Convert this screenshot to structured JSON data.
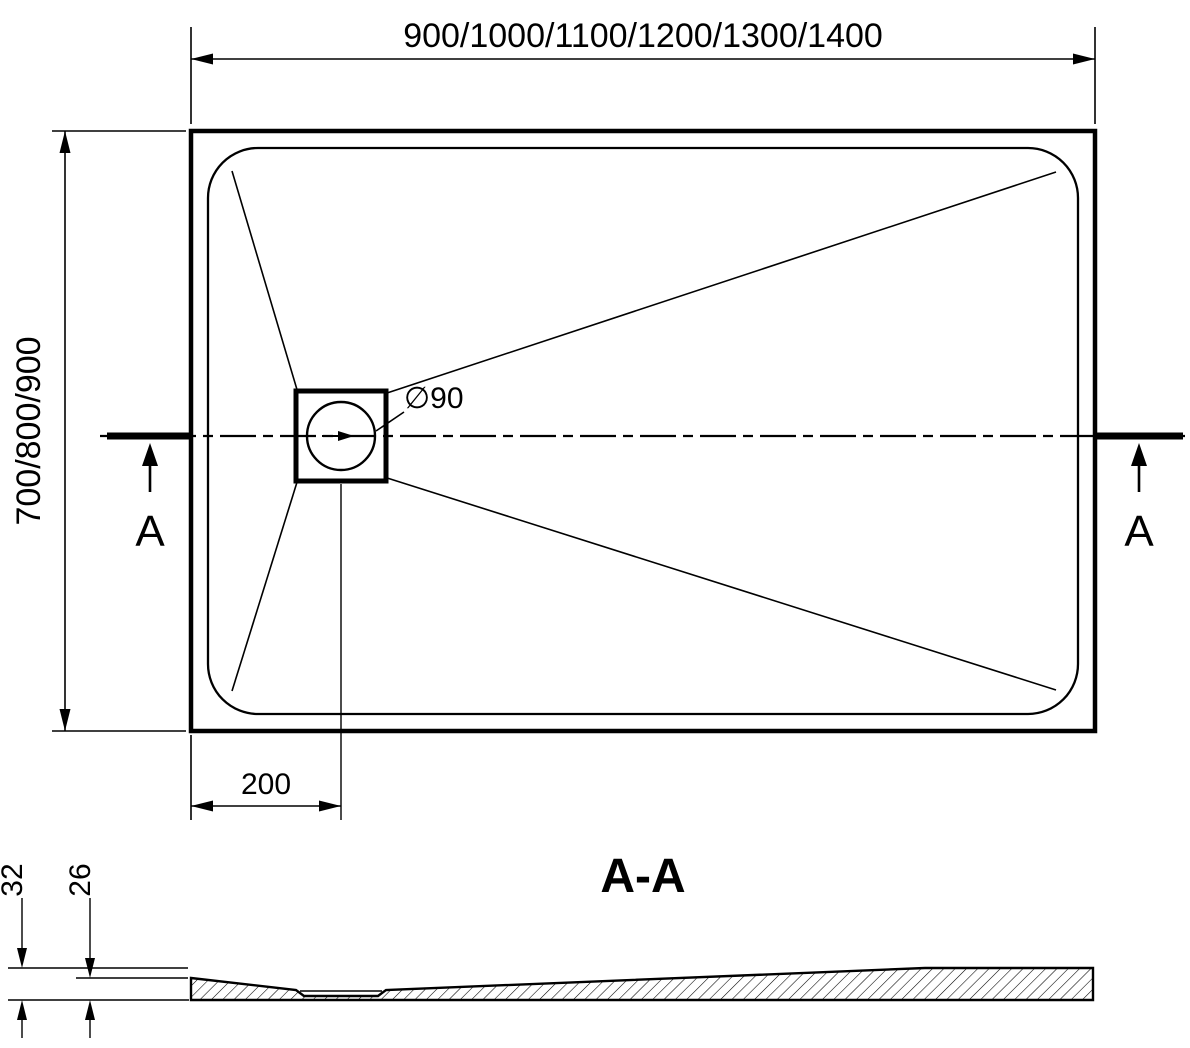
{
  "colors": {
    "line": "#000000",
    "background": "#ffffff"
  },
  "top_view": {
    "width_dimension": "900/1000/1100/1200/1300/1400",
    "height_dimension": "700/800/900",
    "drain_diameter": "∅90",
    "drain_offset": "200",
    "section_marker_left": "A",
    "section_marker_right": "A"
  },
  "section_view": {
    "title": "A-A",
    "total_height": "32",
    "tray_height": "26"
  }
}
